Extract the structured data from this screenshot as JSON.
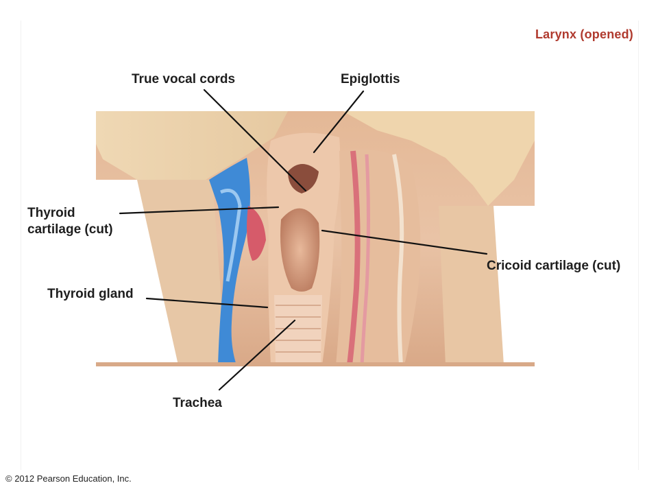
{
  "title": "Larynx (opened)",
  "labels": {
    "true_vocal_cords": "True vocal cords",
    "epiglottis": "Epiglottis",
    "thyroid_cartilage_line1": "Thyroid",
    "thyroid_cartilage_line2": "cartilage (cut)",
    "cricoid_cartilage": "Cricoid cartilage (cut)",
    "thyroid_gland": "Thyroid gland",
    "trachea": "Trachea"
  },
  "copyright": "© 2012 Pearson Education, Inc.",
  "colors": {
    "title": "#b03a2e",
    "label_text": "#1e1e1e",
    "tissue": "#e9c3a4",
    "fur": "#efd9b6",
    "blue_dye": "#3f8ad6",
    "vessel_red": "#d9707a"
  }
}
